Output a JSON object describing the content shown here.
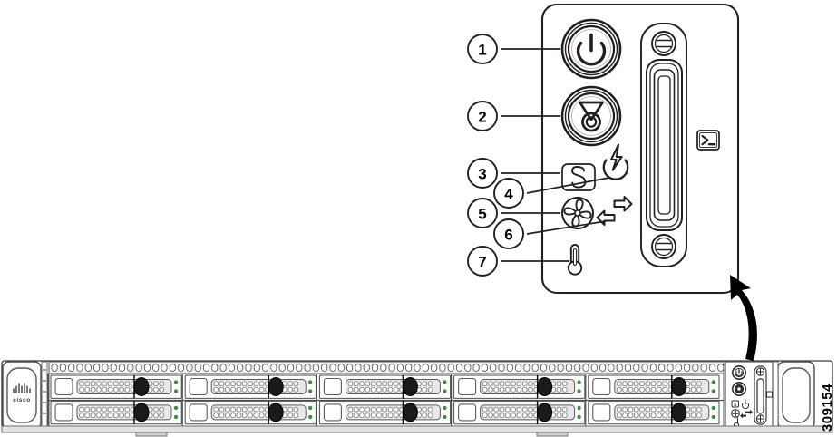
{
  "figure": {
    "number": "309154",
    "type": "technical-line-drawing",
    "subject": "Cisco 1U rack server front panel with magnified control-panel callout"
  },
  "callouts": [
    {
      "id": "1",
      "label": "1",
      "target": "power-button-icon"
    },
    {
      "id": "2",
      "label": "2",
      "target": "unit-identification-button-icon"
    },
    {
      "id": "3",
      "label": "3",
      "target": "system-status-led-icon"
    },
    {
      "id": "4",
      "label": "4",
      "target": "power-supply-status-led-icon"
    },
    {
      "id": "5",
      "label": "5",
      "target": "fan-status-led-icon"
    },
    {
      "id": "6",
      "label": "6",
      "target": "network-link-activity-led-icon"
    },
    {
      "id": "7",
      "label": "7",
      "target": "temperature-status-led-icon"
    }
  ],
  "control_panel": {
    "icons": [
      {
        "name": "power-button-icon",
        "glyph": "power"
      },
      {
        "name": "unit-identification-button-icon",
        "glyph": "triangle-circle"
      },
      {
        "name": "system-status-led-icon",
        "glyph": "S"
      },
      {
        "name": "power-supply-status-led-icon",
        "glyph": "lightning-bolt"
      },
      {
        "name": "fan-status-led-icon",
        "glyph": "fan"
      },
      {
        "name": "network-link-activity-led-icon",
        "glyph": "double-arrow"
      },
      {
        "name": "temperature-status-led-icon",
        "glyph": "thermometer"
      },
      {
        "name": "kvm-console-connector-icon",
        "glyph": "terminal-prompt"
      }
    ],
    "connector": {
      "name": "kvm-connector",
      "screws": 2
    }
  },
  "chassis": {
    "brand": "cisco",
    "drive_bay_columns": 5,
    "drive_bay_rows": 2,
    "drive_bay_total": 10,
    "leds_per_bay": 2,
    "led_color": "#3f8f3f"
  },
  "colors": {
    "line": "#231f20",
    "mid_gray": "#808080",
    "light_gray": "#d9d9d9",
    "fill_gray": "#efefef",
    "led_green": "#3f8f3f",
    "white": "#ffffff"
  }
}
